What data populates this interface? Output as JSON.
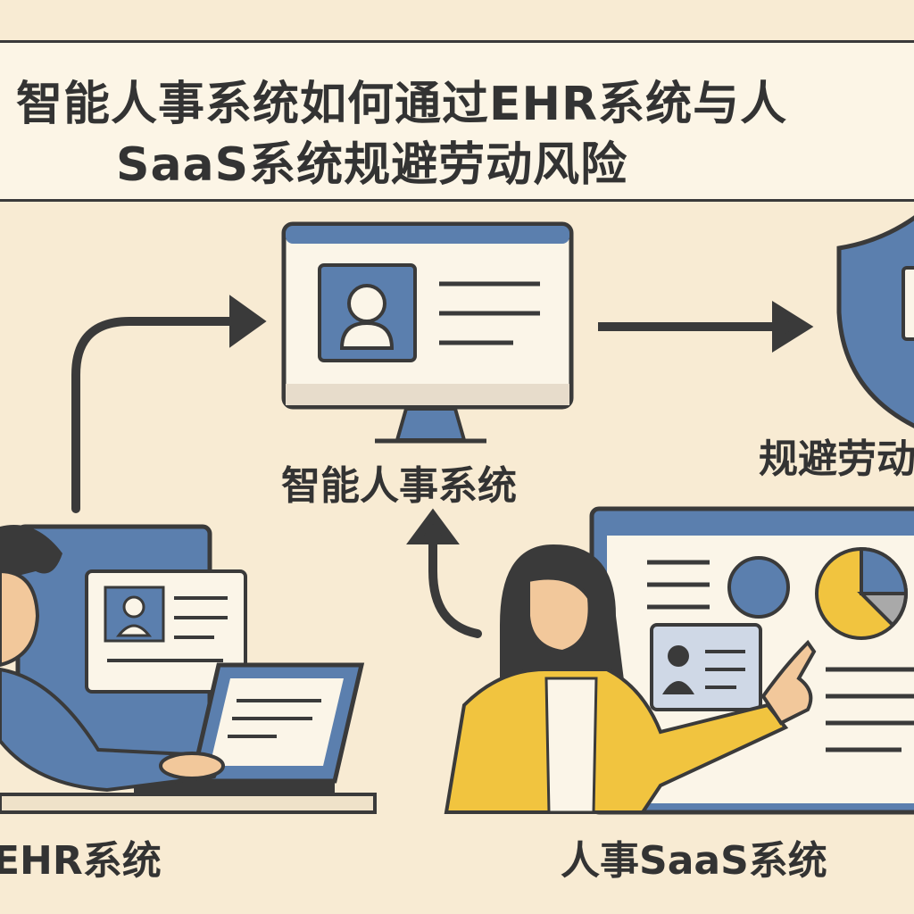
{
  "title": {
    "line1": "智能人事系统如何通过EHR系统与人",
    "line2": "SaaS系统规避劳动风险"
  },
  "labels": {
    "smart_hr": "智能人事系统",
    "avoid_risk": "规避劳动",
    "ehr": "EHR系统",
    "hr_saas": "人事SaaS系统"
  },
  "colors": {
    "background": "#f8ebd3",
    "blue": "#5b7fae",
    "yellow": "#f1c43f",
    "dark": "#3a3a3a",
    "card": "#fbf5e8"
  },
  "icons": [
    "monitor-icon",
    "profile-card-icon",
    "shield-icon",
    "arrow-icon",
    "pie-chart-icon",
    "laptop-icon",
    "person-icon"
  ]
}
